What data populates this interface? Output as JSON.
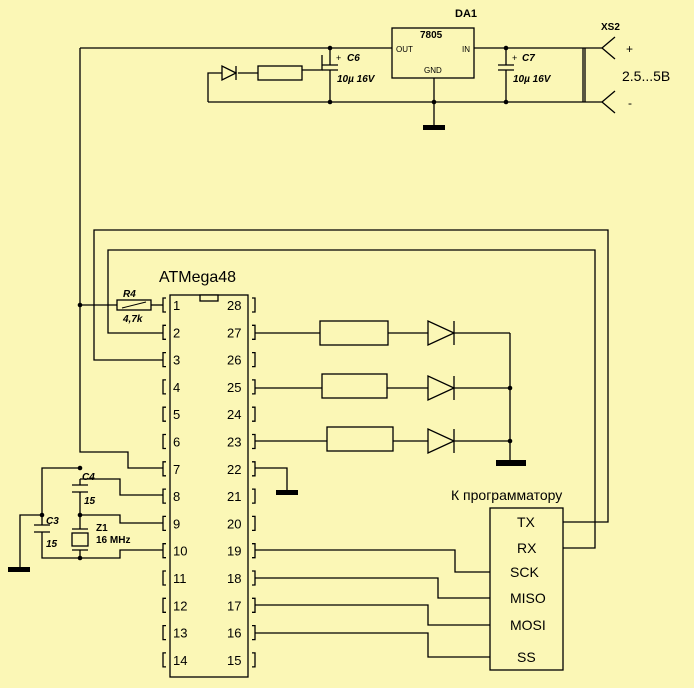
{
  "regulator": {
    "ref": "DA1",
    "part": "7805",
    "out": "OUT",
    "in": "IN",
    "gnd": "GND"
  },
  "connector": {
    "ref": "XS2",
    "plus": "+",
    "minus": "-",
    "voltage": "2.5...5В"
  },
  "c6": {
    "ref": "C6",
    "value": "10µ 16V"
  },
  "c7": {
    "ref": "C7",
    "value": "10µ 16V"
  },
  "mcu": {
    "name": "ATMega48",
    "left_pins": [
      "1",
      "2",
      "3",
      "4",
      "5",
      "6",
      "7",
      "8",
      "9",
      "10",
      "11",
      "12",
      "13",
      "14"
    ],
    "right_pins": [
      "28",
      "27",
      "26",
      "25",
      "24",
      "23",
      "22",
      "21",
      "20",
      "19",
      "18",
      "17",
      "16",
      "15"
    ]
  },
  "r4": {
    "ref": "R4",
    "value": "4,7k"
  },
  "c4": {
    "ref": "C4",
    "value": "15"
  },
  "c3": {
    "ref": "C3",
    "value": "15"
  },
  "z1": {
    "ref": "Z1",
    "value": "16 MHz"
  },
  "programmer": {
    "title": "К программатору",
    "pins": [
      "TX",
      "RX",
      "SCK",
      "MISO",
      "MOSI",
      "SS"
    ]
  },
  "colors": {
    "background": "#fbf7b6",
    "lines": "#000000"
  }
}
